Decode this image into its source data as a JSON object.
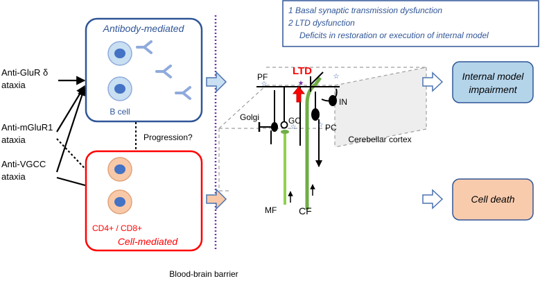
{
  "left_labels": {
    "glur": [
      "Anti-GluR δ",
      "ataxia"
    ],
    "mglur": [
      "Anti-mGluR1",
      "ataxia"
    ],
    "vgcc": [
      "Anti-VGCC",
      "ataxia"
    ]
  },
  "antibody_box": {
    "title": "Antibody-mediated",
    "bcell": "B cell"
  },
  "progression": "Progression?",
  "cell_box": {
    "subtitle": "CD4+ / CD8+",
    "title": "Cell-mediated"
  },
  "bbb": "Blood-brain barrier",
  "legend": {
    "line1": "1  Basal synaptic transmission dysfunction",
    "line2": "2  LTD dysfunction",
    "line3": "Deficits in restoration or execution of internal model"
  },
  "circuit": {
    "ltd": "LTD",
    "pf": "PF",
    "in": "IN",
    "golgi": "Golgi",
    "gc": "GC",
    "pc": "PC",
    "mf": "MF",
    "cf": "CF",
    "cortex": "Cerebellar cortex"
  },
  "outcomes": {
    "internal": [
      "Internal model",
      "impairment"
    ],
    "death": "Cell death"
  },
  "colors": {
    "antibody_border": "#2f5597",
    "cell_border": "#ff0000",
    "bcell_fill": "#c9dff2",
    "tcell_fill": "#f8c9a8",
    "nucleus": "#4472c4",
    "bbb_line": "#7030a0",
    "fiber_green": "#70ad47",
    "ltd_red": "#ff0000",
    "internal_fill": "#b4d4ea",
    "death_fill": "#f8cbad"
  }
}
